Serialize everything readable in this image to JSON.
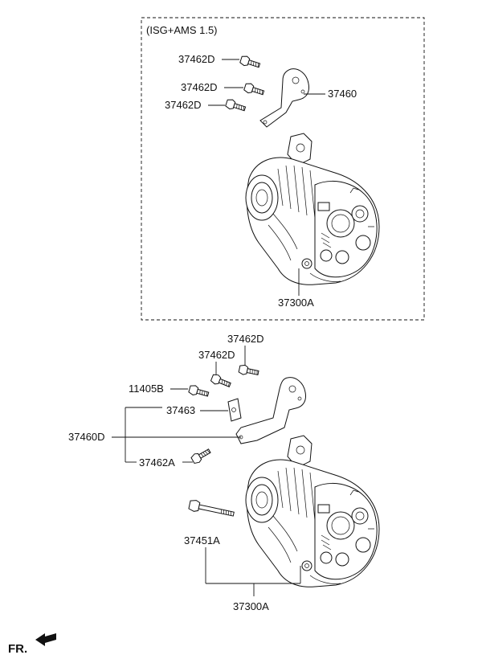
{
  "top_section": {
    "variant_note": "(ISG+AMS 1.5)",
    "labels": {
      "bolt_a": "37462D",
      "bolt_b": "37462D",
      "bolt_c": "37462D",
      "bracket": "37460",
      "alternator": "37300A"
    }
  },
  "bottom_section": {
    "labels": {
      "bolt_top": "37462D",
      "bolt_mid": "37462D",
      "bolt_left": "11405B",
      "clip": "37463",
      "bracket": "37460D",
      "bolt_lower": "37462A",
      "long_bolt": "37451A",
      "alternator": "37300A"
    }
  },
  "direction_indicator": {
    "label": "FR."
  }
}
